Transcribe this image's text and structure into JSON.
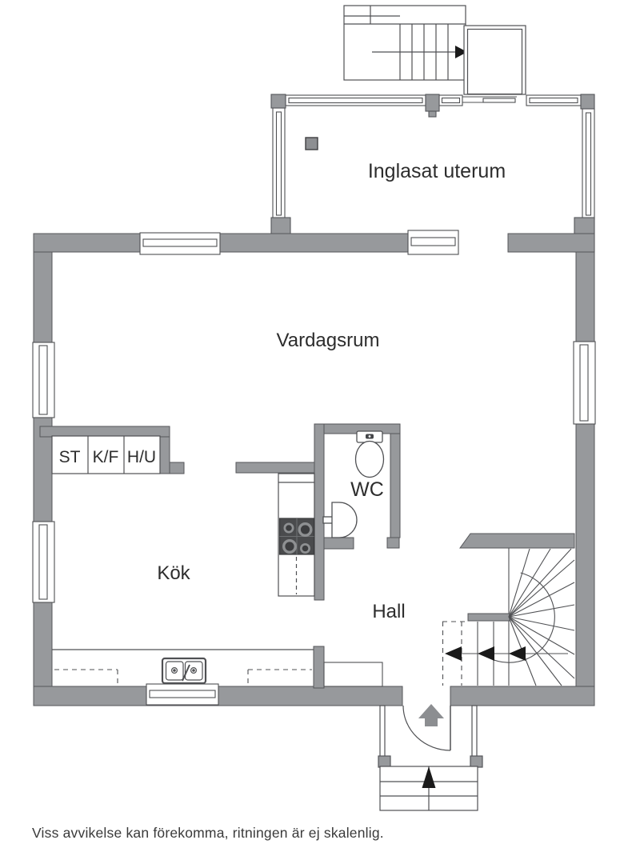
{
  "page": {
    "disclaimer": "Viss avvikelse kan förekomma, ritningen är ej skalenlig."
  },
  "floorplan": {
    "rooms": [
      {
        "name": "inglasat-uterum",
        "label": "Inglasat uterum"
      },
      {
        "name": "vardagsrum",
        "label": "Vardagsrum"
      },
      {
        "name": "kok",
        "label": "Kök"
      },
      {
        "name": "hall",
        "label": "Hall"
      },
      {
        "name": "wc",
        "label": "WC"
      }
    ],
    "closet_labels": [
      {
        "label": "ST"
      },
      {
        "label": "K/F"
      },
      {
        "label": "H/U"
      }
    ],
    "colors": {
      "wall": "#97999c",
      "wall_outline": "#55565a",
      "thin_line": "#4f5053",
      "stove": "#4a4b4d",
      "arrow_black": "#1a1a1a",
      "arrow_gray": "#8c8e91",
      "text": "#2d2d2d",
      "background": "#ffffff"
    }
  }
}
